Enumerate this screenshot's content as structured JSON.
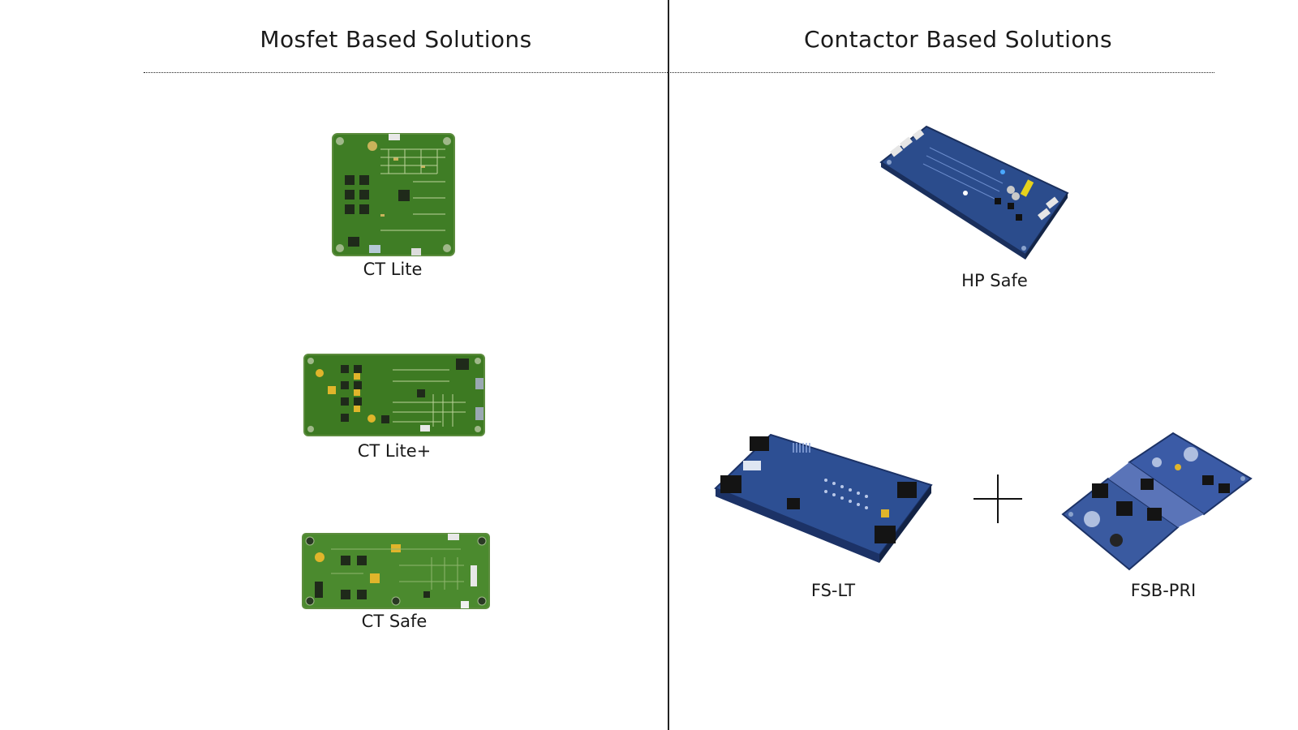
{
  "sections": {
    "mosfet": {
      "title": "Mosfet Based Solutions",
      "products": [
        {
          "label": "CT Lite",
          "icon": "green-pcb-board-icon"
        },
        {
          "label": "CT Lite+",
          "icon": "green-pcb-board-icon"
        },
        {
          "label": "CT Safe",
          "icon": "green-pcb-board-icon"
        }
      ]
    },
    "contactor": {
      "title": "Contactor Based Solutions",
      "products": [
        {
          "label": "HP Safe",
          "icon": "blue-pcb-board-icon"
        },
        {
          "label": "FS-LT",
          "icon": "blue-pcb-board-icon"
        },
        {
          "label": "FSB-PRI",
          "icon": "blue-pcb-module-icon"
        }
      ],
      "combine_icon": "plus-icon"
    }
  },
  "colors": {
    "pcb_green": "#3f7d25",
    "pcb_blue": "#2b4c8c",
    "text": "#1a1a1a",
    "divider": "#222222"
  }
}
